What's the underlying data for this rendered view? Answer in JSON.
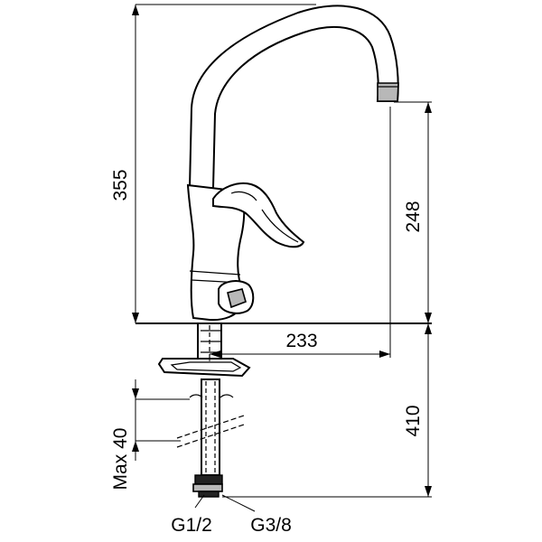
{
  "dimensions": {
    "height_total": "355",
    "spout_height": "248",
    "spout_reach": "233",
    "below_counter": "410",
    "max_thickness": "Max 40"
  },
  "connections": {
    "left": "G1/2",
    "right": "G3/8"
  }
}
